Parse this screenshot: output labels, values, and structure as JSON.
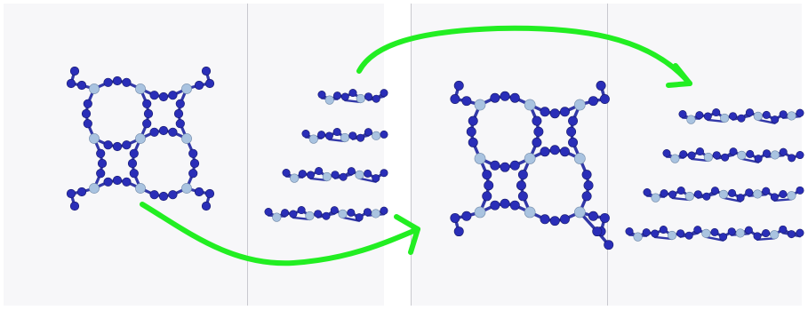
{
  "colors": {
    "background": "#ffffff",
    "panel": "#f7f7f9",
    "divider": "#c9c9cf",
    "nitrogen_atom": "#2a2eb8",
    "metal_atom": "#a9c3e0",
    "bond": "#3238a8",
    "arrow": "#22ee22"
  },
  "icons": {
    "arrow_lower": "curved-arrow-icon",
    "arrow_upper": "curved-arrow-icon"
  },
  "panels": [
    {
      "name": "left-top-view"
    },
    {
      "name": "left-side-view"
    },
    {
      "name": "right-top-view"
    },
    {
      "name": "right-side-view"
    }
  ]
}
